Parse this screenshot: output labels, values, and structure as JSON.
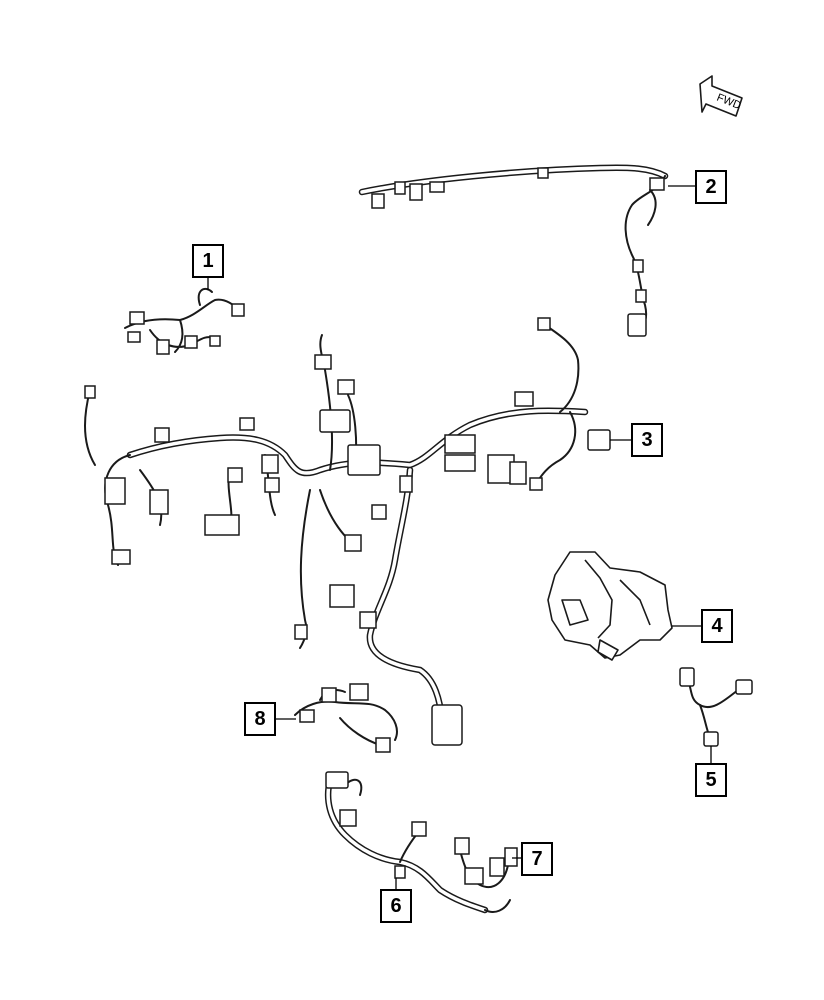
{
  "fwd_label": "FWD",
  "callouts": {
    "c1": "1",
    "c2": "2",
    "c3": "3",
    "c4": "4",
    "c5": "5",
    "c6": "6",
    "c7": "7",
    "c8": "8"
  },
  "colors": {
    "line": "#1a1a1a",
    "background": "#ffffff"
  }
}
